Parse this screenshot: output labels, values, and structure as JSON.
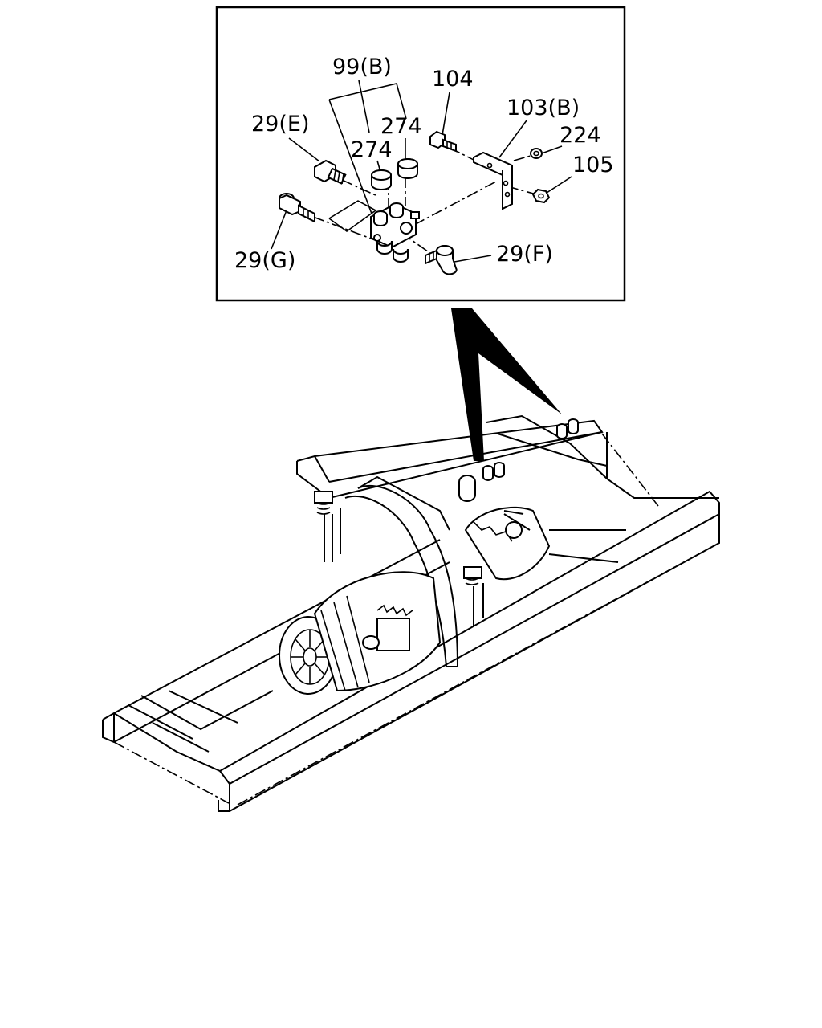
{
  "callouts": {
    "part_99b": "99(B)",
    "part_104": "104",
    "part_103b": "103(B)",
    "part_29e": "29(E)",
    "part_274_right": "274",
    "part_274_left": "274",
    "part_224": "224",
    "part_105": "105",
    "part_29g": "29(G)",
    "part_29f": "29(F)"
  }
}
